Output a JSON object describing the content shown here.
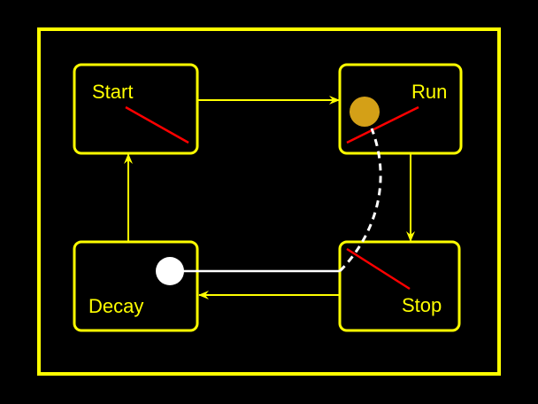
{
  "colors": {
    "background": "#000000",
    "frame": "#ffff00",
    "state_border": "#ffff00",
    "arrow": "#ffff00",
    "indicator_line": "#ff0000",
    "token_active": "#d4a017",
    "token_idle": "#ffffff",
    "path": "#ffffff"
  },
  "states": {
    "start": {
      "label": "Start"
    },
    "run": {
      "label": "Run"
    },
    "stop": {
      "label": "Stop"
    },
    "decay": {
      "label": "Decay"
    }
  },
  "transitions": [
    {
      "from": "Start",
      "to": "Run"
    },
    {
      "from": "Run",
      "to": "Stop"
    },
    {
      "from": "Stop",
      "to": "Decay"
    },
    {
      "from": "Decay",
      "to": "Start"
    }
  ],
  "tokens": [
    {
      "name": "active-token",
      "state": "Run",
      "color": "#d4a017"
    },
    {
      "name": "idle-token",
      "state": "Decay",
      "color": "#ffffff"
    }
  ]
}
